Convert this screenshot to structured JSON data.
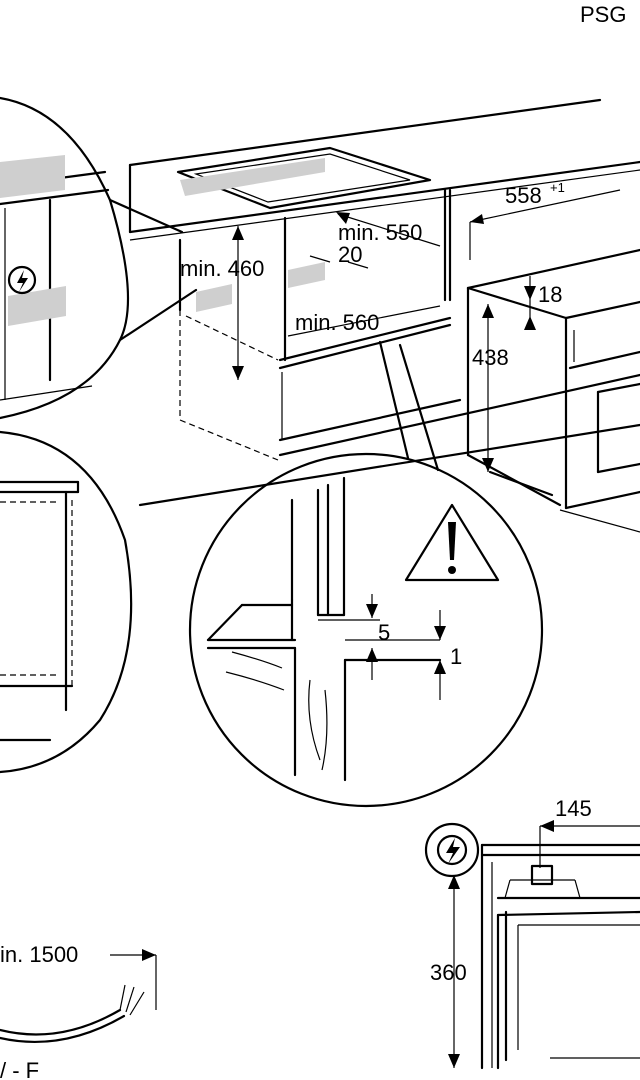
{
  "header": {
    "code": "PSG"
  },
  "dimensions": {
    "cabinet_height": "min. 460",
    "cabinet_depth": "min. 550",
    "gap_20": "20",
    "cabinet_width": "min. 560",
    "oven_width": "558",
    "oven_width_tol": "+1",
    "oven_top": "18",
    "oven_height": "438",
    "detail_5": "5",
    "detail_1": "1",
    "cable_length": "in. 1500",
    "cable_type": "/ - F",
    "conn_offset": "145",
    "conn_height": "360"
  },
  "icons": {
    "electrical": "electrical-hazard-icon",
    "warning": "warning-triangle-icon"
  }
}
